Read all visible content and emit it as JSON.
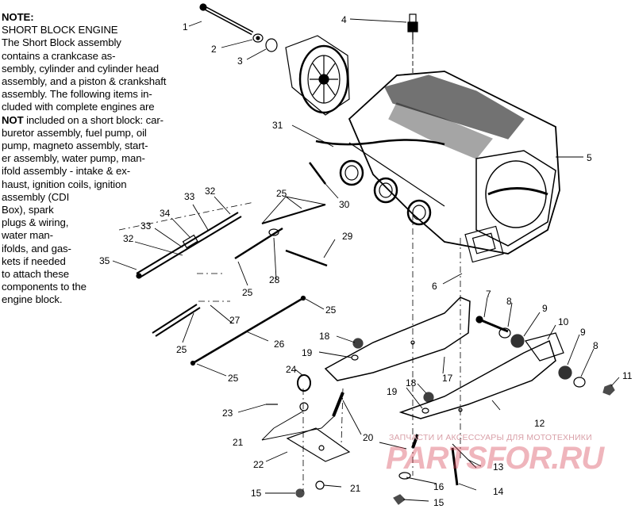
{
  "note": {
    "title": "NOTE:",
    "heading": "SHORT BLOCK ENGINE",
    "p1": "The Short Block assembly",
    "p2": "contains a crankcase as-",
    "p3": "sembly, cylinder and cylinder head",
    "p4": "assembly, and a piston & crankshaft",
    "p5": "assembly.  The following items in-",
    "p6": "cluded with complete engines are",
    "p7_bold": "NOT",
    "p7_rest": " included on a short block:  car-",
    "p8": "buretor assembly, fuel pump, oil",
    "p9": "pump, magneto assembly, start-",
    "p10": "er assembly, water pump, man-",
    "p11": "ifold assembly - intake & ex-",
    "p12": "haust, ignition coils, ignition",
    "p13": "assembly (CDI",
    "p14": "Box), spark",
    "p15": "plugs & wiring,",
    "p16": "water man-",
    "p17": "ifolds, and gas-",
    "p18": "kets if needed",
    "p19": "to attach these",
    "p20": "components to the",
    "p21": "engine block."
  },
  "callouts": {
    "c1": "1",
    "c2": "2",
    "c3": "3",
    "c4": "4",
    "c5": "5",
    "c6": "6",
    "c7": "7",
    "c8a": "8",
    "c8b": "8",
    "c9a": "9",
    "c9b": "9",
    "c10": "10",
    "c11": "11",
    "c12": "12",
    "c13": "13",
    "c14": "14",
    "c15a": "15",
    "c15b": "15",
    "c16": "16",
    "c17": "17",
    "c18a": "18",
    "c18b": "18",
    "c19a": "19",
    "c19b": "19",
    "c20": "20",
    "c21a": "21",
    "c21b": "21",
    "c22": "22",
    "c23": "23",
    "c24": "24",
    "c25a": "25",
    "c25b": "25",
    "c25c": "25",
    "c25d": "25",
    "c25e": "25",
    "c26": "26",
    "c27": "27",
    "c28": "28",
    "c29": "29",
    "c30": "30",
    "c31": "31",
    "c32a": "32",
    "c32b": "32",
    "c33a": "33",
    "c33b": "33",
    "c34": "34",
    "c35": "35"
  },
  "watermark": {
    "top_text": "ЗАПЧАСТИ И АКСЕССУАРЫ ДЛЯ МОТОТЕХНИКИ",
    "logo_text": "PARTSFOR.RU"
  },
  "colors": {
    "ink": "#000000",
    "watermark": "#d63c50",
    "background": "#ffffff"
  }
}
